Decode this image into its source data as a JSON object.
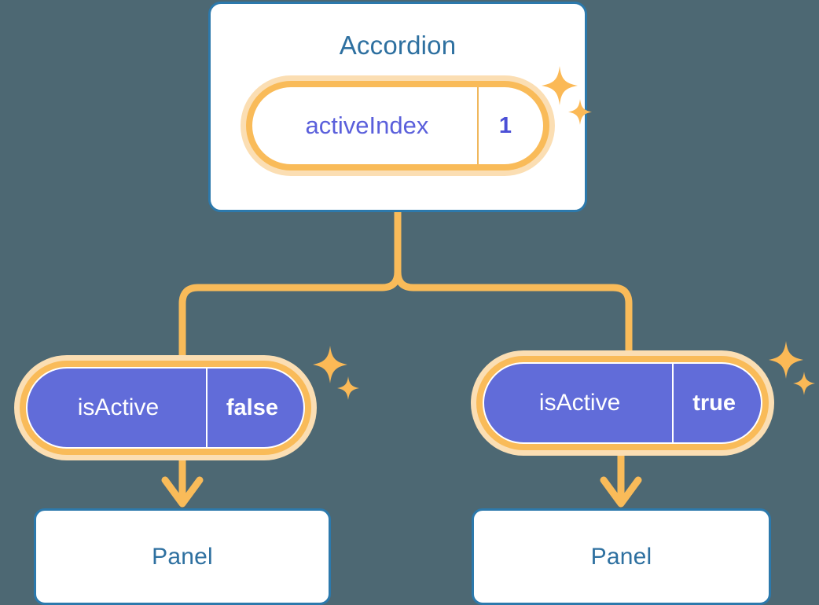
{
  "background_color": "#4d6873",
  "palette": {
    "card_border": "#2c79ac",
    "card_fill": "#ffffff",
    "title_text": "#2e70a0",
    "pill_purple": "#616cd9",
    "pill_purple_text": "#5a5fdb",
    "ring_orange": "#f9bb59",
    "glow_peach": "#fbdeb3",
    "connector_orange": "#f9bb59",
    "sparkle_orange": "#fbb956"
  },
  "diagram": {
    "type": "component-state-tree",
    "root": {
      "title": "Accordion",
      "state_pill": {
        "key": "activeIndex",
        "value": "1",
        "style": "light",
        "highlighted": true
      }
    },
    "branches": [
      {
        "prop_pill": {
          "key": "isActive",
          "value": "false",
          "style": "solid",
          "highlighted": true
        },
        "child": {
          "title": "Panel"
        }
      },
      {
        "prop_pill": {
          "key": "isActive",
          "value": "true",
          "style": "solid",
          "highlighted": true
        },
        "child": {
          "title": "Panel"
        }
      }
    ]
  },
  "icons": {
    "sparkle_top": "sparkle-icon",
    "sparkle_left": "sparkle-icon",
    "sparkle_right": "sparkle-icon",
    "arrow_left": "arrow-down-icon",
    "arrow_right": "arrow-down-icon"
  }
}
